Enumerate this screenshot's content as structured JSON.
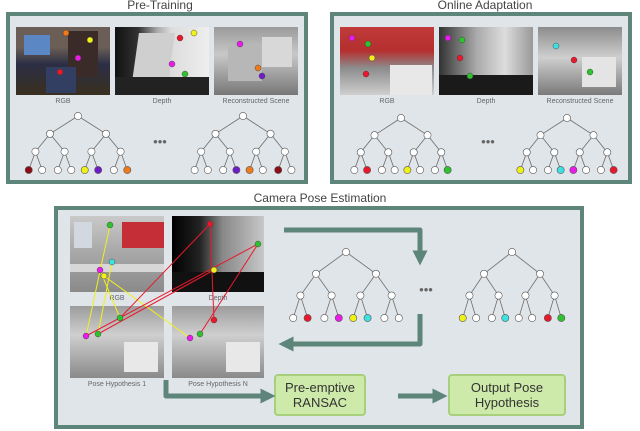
{
  "titles": {
    "pretraining": "Pre-Training",
    "online": "Online Adaptation",
    "camera": "Camera Pose Estimation"
  },
  "pretraining": {
    "rgb": "RGB",
    "depth": "Depth",
    "scene": "Reconstructed Scene"
  },
  "online": {
    "rgb": "RGB",
    "depth": "Depth",
    "scene": "Reconstructed Scene"
  },
  "camera": {
    "rgb": "RGB",
    "depth": "Depth",
    "hyp1": "Pose Hypothesis 1",
    "hypN": "Pose Hypothesis N",
    "ransac": "Pre-emptive\nRANSAC",
    "output": "Output Pose\nHypothesis"
  },
  "ellipsis": "•••",
  "colors": {
    "panel_border": "#5d8579",
    "panel_bg": "#dfe5e9",
    "box_fill": "#cdeaaa",
    "arrow": "#5d8579",
    "red": "#e8192c",
    "green": "#2fc12f",
    "yellow": "#f1f11a",
    "magenta": "#e81ee8",
    "cyan": "#3ee0e0",
    "darkred": "#8b0e15",
    "orange": "#f07a1a",
    "purple": "#6e1cc8",
    "white": "#ffffff"
  }
}
